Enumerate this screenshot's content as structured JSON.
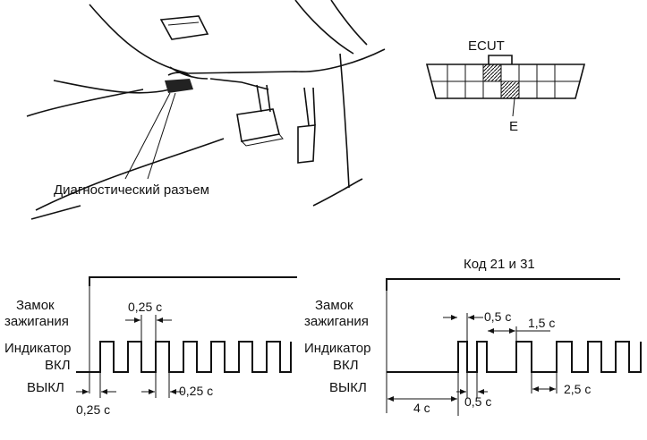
{
  "illustration": {
    "connector_label": "Диагностический разъем"
  },
  "connector": {
    "pin_top": "ECUT",
    "pin_bottom": "E"
  },
  "left_timing": {
    "ignition_label_1": "Замок",
    "ignition_label_2": "зажигания",
    "indicator_label": "Индикатор",
    "on_label": "ВКЛ",
    "off_label": "ВЫКЛ",
    "dim_top": "0,25 с",
    "dim_right": "0,25 с",
    "dim_bottom": "0,25 с"
  },
  "right_timing": {
    "title": "Код 21 и 31",
    "ignition_label_1": "Замок",
    "ignition_label_2": "зажигания",
    "indicator_label": "Индикатор",
    "on_label": "ВКЛ",
    "off_label": "ВЫКЛ",
    "dim_05_top": "0,5 с",
    "dim_15": "1,5 с",
    "dim_25": "2,5 с",
    "dim_4": "4 с",
    "dim_05_bottom": "0,5 с"
  }
}
